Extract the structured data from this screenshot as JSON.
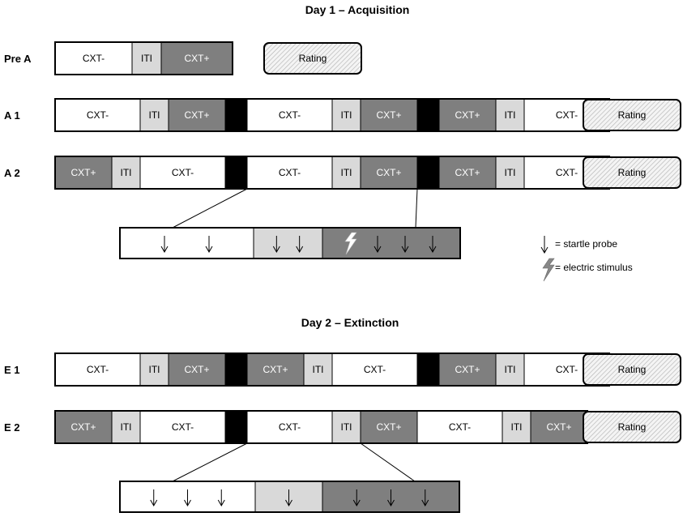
{
  "titles": {
    "day1": "Day 1 – Acquisition",
    "day2": "Day 2 – Extinction"
  },
  "colors": {
    "minus": "#ffffff",
    "iti": "#d9d9d9",
    "plus": "#7f7f7f",
    "us": "#000000",
    "rating_hatch": "#bcbcbc",
    "stroke": "#000000"
  },
  "rows": [
    {
      "label": "Pre A",
      "rating": "Rating",
      "segments": [
        {
          "type": "minus",
          "label": "CXT-"
        },
        {
          "type": "iti",
          "label": "ITI"
        },
        {
          "type": "plus",
          "label": "CXT+"
        }
      ]
    },
    {
      "label": "A 1",
      "rating": "Rating",
      "segments": [
        {
          "type": "minus",
          "label": "CXT-"
        },
        {
          "type": "iti",
          "label": "ITI"
        },
        {
          "type": "plus",
          "label": "CXT+"
        },
        {
          "type": "us",
          "label": ""
        },
        {
          "type": "minus",
          "label": "CXT-"
        },
        {
          "type": "iti",
          "label": "ITI"
        },
        {
          "type": "plus",
          "label": "CXT+"
        },
        {
          "type": "us",
          "label": ""
        },
        {
          "type": "plus",
          "label": "CXT+"
        },
        {
          "type": "iti",
          "label": "ITI"
        },
        {
          "type": "minus",
          "label": "CXT-"
        }
      ]
    },
    {
      "label": "A 2",
      "rating": "Rating",
      "segments": [
        {
          "type": "plus",
          "label": "CXT+"
        },
        {
          "type": "iti",
          "label": "ITI"
        },
        {
          "type": "minus",
          "label": "CXT-"
        },
        {
          "type": "us",
          "label": ""
        },
        {
          "type": "minus",
          "label": "CXT-"
        },
        {
          "type": "iti",
          "label": "ITI"
        },
        {
          "type": "plus",
          "label": "CXT+"
        },
        {
          "type": "us",
          "label": ""
        },
        {
          "type": "plus",
          "label": "CXT+"
        },
        {
          "type": "iti",
          "label": "ITI"
        },
        {
          "type": "minus",
          "label": "CXT-"
        }
      ]
    },
    {
      "label": "E 1",
      "rating": "Rating",
      "segments": [
        {
          "type": "minus",
          "label": "CXT-"
        },
        {
          "type": "iti",
          "label": "ITI"
        },
        {
          "type": "plus",
          "label": "CXT+"
        },
        {
          "type": "us",
          "label": ""
        },
        {
          "type": "plus",
          "label": "CXT+"
        },
        {
          "type": "iti",
          "label": "ITI"
        },
        {
          "type": "minus",
          "label": "CXT-"
        },
        {
          "type": "us",
          "label": ""
        },
        {
          "type": "plus",
          "label": "CXT+"
        },
        {
          "type": "iti",
          "label": "ITI"
        },
        {
          "type": "minus",
          "label": "CXT-"
        }
      ]
    },
    {
      "label": "E 2",
      "rating": "Rating",
      "segments": [
        {
          "type": "plus",
          "label": "CXT+"
        },
        {
          "type": "iti",
          "label": "ITI"
        },
        {
          "type": "minus",
          "label": "CXT-"
        },
        {
          "type": "us",
          "label": ""
        },
        {
          "type": "minus",
          "label": "CXT-"
        },
        {
          "type": "iti",
          "label": "ITI"
        },
        {
          "type": "plus",
          "label": "CXT+"
        },
        {
          "type": "minus",
          "label": "CXT-"
        },
        {
          "type": "iti",
          "label": "ITI"
        },
        {
          "type": "plus",
          "label": "CXT+"
        }
      ]
    }
  ],
  "zooms": [
    {
      "segments": [
        {
          "type": "minus",
          "probes": 2,
          "shock": false
        },
        {
          "type": "iti",
          "probes": 2,
          "shock": false
        },
        {
          "type": "plus",
          "probes": 3,
          "shock": true
        }
      ]
    },
    {
      "segments": [
        {
          "type": "minus",
          "probes": 3,
          "shock": false
        },
        {
          "type": "iti",
          "probes": 1,
          "shock": false
        },
        {
          "type": "plus",
          "probes": 3,
          "shock": false
        }
      ]
    }
  ],
  "legend": {
    "probe_text": "= startle probe",
    "probe_icon": "down-arrow-icon",
    "shock_text": "= electric stimulus",
    "shock_icon": "lightning-bolt-icon"
  }
}
